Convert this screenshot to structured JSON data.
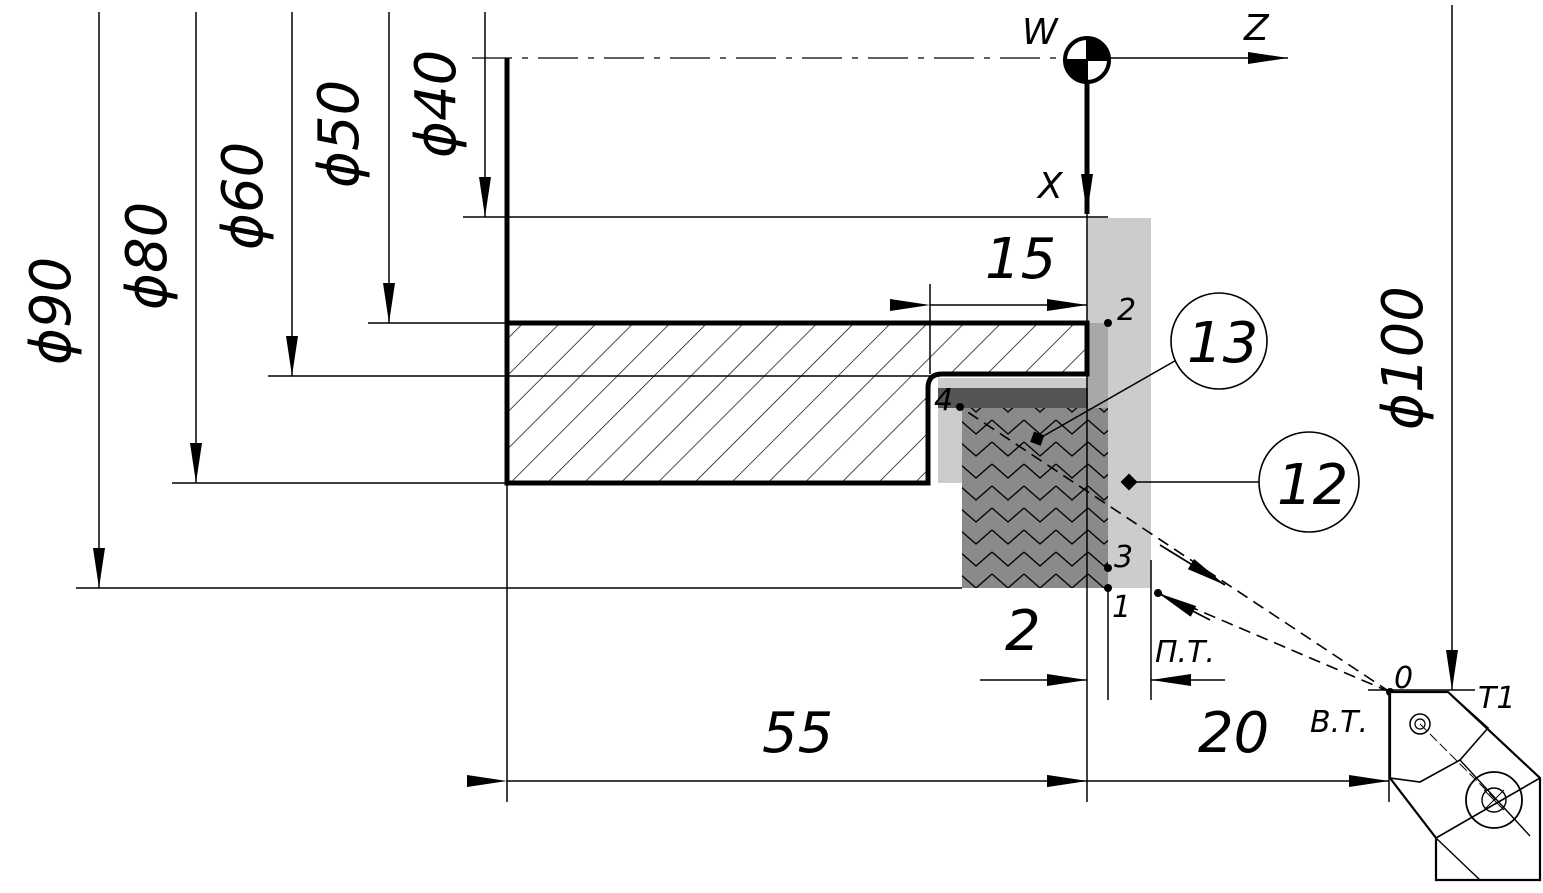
{
  "diameters": [
    "ϕ90",
    "ϕ80",
    "ϕ60",
    "ϕ50",
    "ϕ40",
    "ϕ100"
  ],
  "lengths": {
    "d55": "55",
    "d20": "20",
    "d15": "15",
    "d2": "2"
  },
  "axes": {
    "origin": "W",
    "z": "Z",
    "x": "X"
  },
  "points": {
    "p0": "0",
    "p1": "1",
    "p2": "2",
    "p3": "3",
    "p4": "4"
  },
  "labels": {
    "start_point": "П.Т.",
    "tool_change": "В.Т.",
    "tool": "T1"
  },
  "callouts": {
    "c12": "12",
    "c13": "13"
  }
}
